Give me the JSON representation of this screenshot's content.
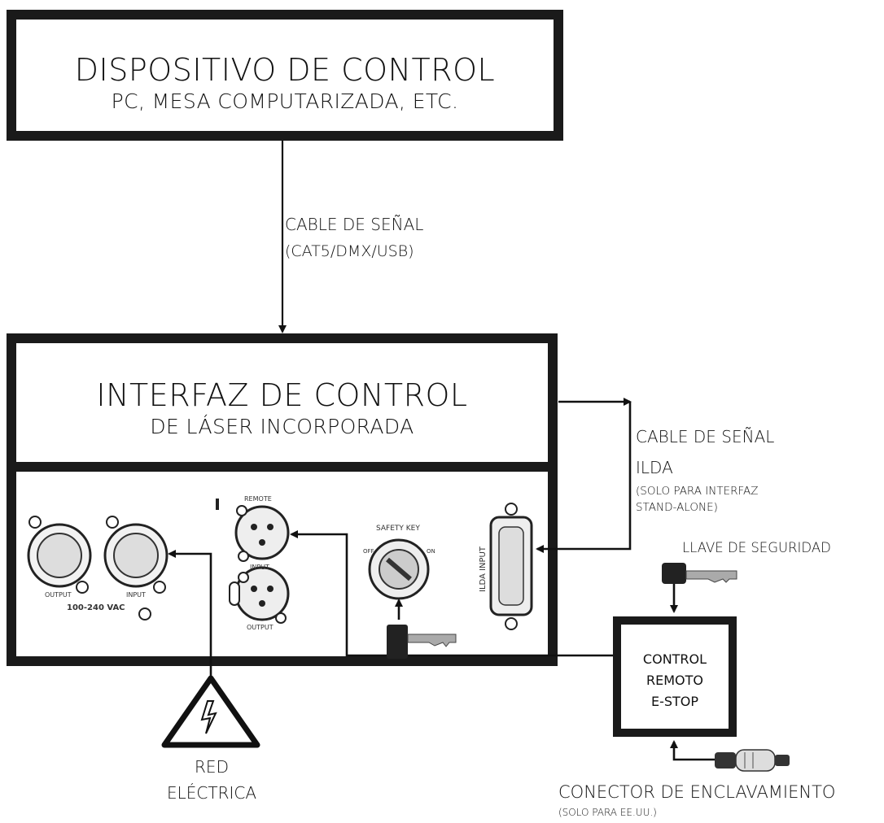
{
  "control_device": {
    "title": "DISPOSITIVO DE CONTROL",
    "subtitle": "PC, MESA COMPUTARIZADA, ETC."
  },
  "signal_cable": {
    "title": "CABLE DE SEÑAL",
    "subtitle": "(CAT5/DMX/USB)"
  },
  "interface": {
    "title": "INTERFAZ DE CONTROL",
    "subtitle": "DE LÁSER INCORPORADA"
  },
  "ilda_cable": {
    "line1": "CABLE DE SEÑAL",
    "line2": "ILDA",
    "note_line1": "(SOLO PARA INTERFAZ",
    "note_line2": "STAND-ALONE)"
  },
  "safety_key": {
    "label": "LLAVE DE SEGURIDAD"
  },
  "estop": {
    "line1": "CONTROL",
    "line2": "REMOTO",
    "line3": "E-STOP"
  },
  "mains": {
    "line1": "RED",
    "line2": "ELÉCTRICA"
  },
  "interlock": {
    "title": "CONECTOR DE ENCLAVAMIENTO",
    "note": "(SOLO PARA EE.UU.)"
  },
  "panel": {
    "output_label": "OUTPUT",
    "input_label": "INPUT",
    "voltage_label": "100-240 VAC",
    "remote_label": "REMOTE",
    "dmx_in_label": "INPUT",
    "dmx_out_label": "OUTPUT",
    "safety_key_label": "SAFETY KEY",
    "off_label": "OFF",
    "on_label": "ON",
    "ilda_label": "ILDA INPUT"
  }
}
